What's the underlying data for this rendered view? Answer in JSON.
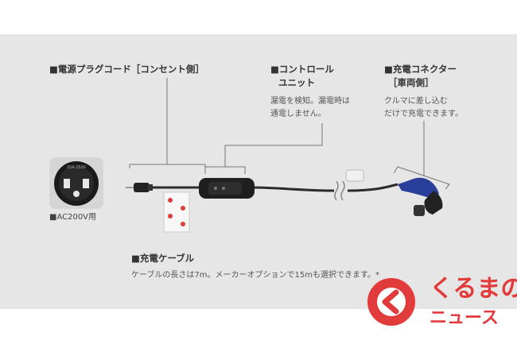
{
  "labels": {
    "plug_cord": {
      "title": "■電源プラグコード［コンセント側］"
    },
    "control_unit": {
      "title_line1": "■コントロール",
      "title_line2": "ユニット",
      "desc_line1": "漏電を検知。漏電時は",
      "desc_line2": "通電しません。"
    },
    "connector": {
      "title_line1": "■充電コネクター",
      "title_line2": "［車両側］",
      "desc_line1": "クルマに差し込む",
      "desc_line2": "だけで充電できます。"
    },
    "outlet": {
      "label": "■AC200V用"
    },
    "cable": {
      "title": "■充電ケーブル",
      "desc": "ケーブルの長さは7m。メーカーオプションで15mも選択できます。*"
    }
  },
  "watermark": {
    "line1": "くるまの",
    "line2": "ニュース"
  },
  "colors": {
    "panel": "#e6e6e6",
    "connector_blue": "#2a3f9a",
    "cable": "#2b2b2b",
    "logo_red": "#e23b3b"
  }
}
